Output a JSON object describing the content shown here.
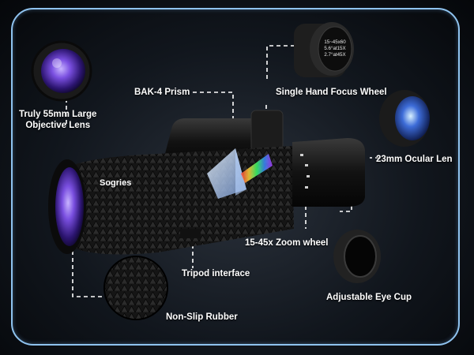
{
  "brand": "Sogries",
  "features": {
    "objective_lens": "Truly 55mm Large\nObjective Lens",
    "prism": "BAK-4 Prism",
    "focus_wheel": "Single Hand Focus Wheel",
    "ocular_lens": "23mm Ocular Len",
    "zoom_wheel": "15-45x Zoom wheel",
    "tripod": "Tripod interface",
    "eye_cup": "Adjustable Eye Cup",
    "rubber": "Non-Slip Rubber"
  },
  "focus_wheel_engraving": [
    "15~45x60",
    "5.6°at15X",
    "2.7°at45X"
  ],
  "colors": {
    "frame": "#8fc3ef",
    "lens": "#7a3fd0",
    "body": "#141414"
  }
}
